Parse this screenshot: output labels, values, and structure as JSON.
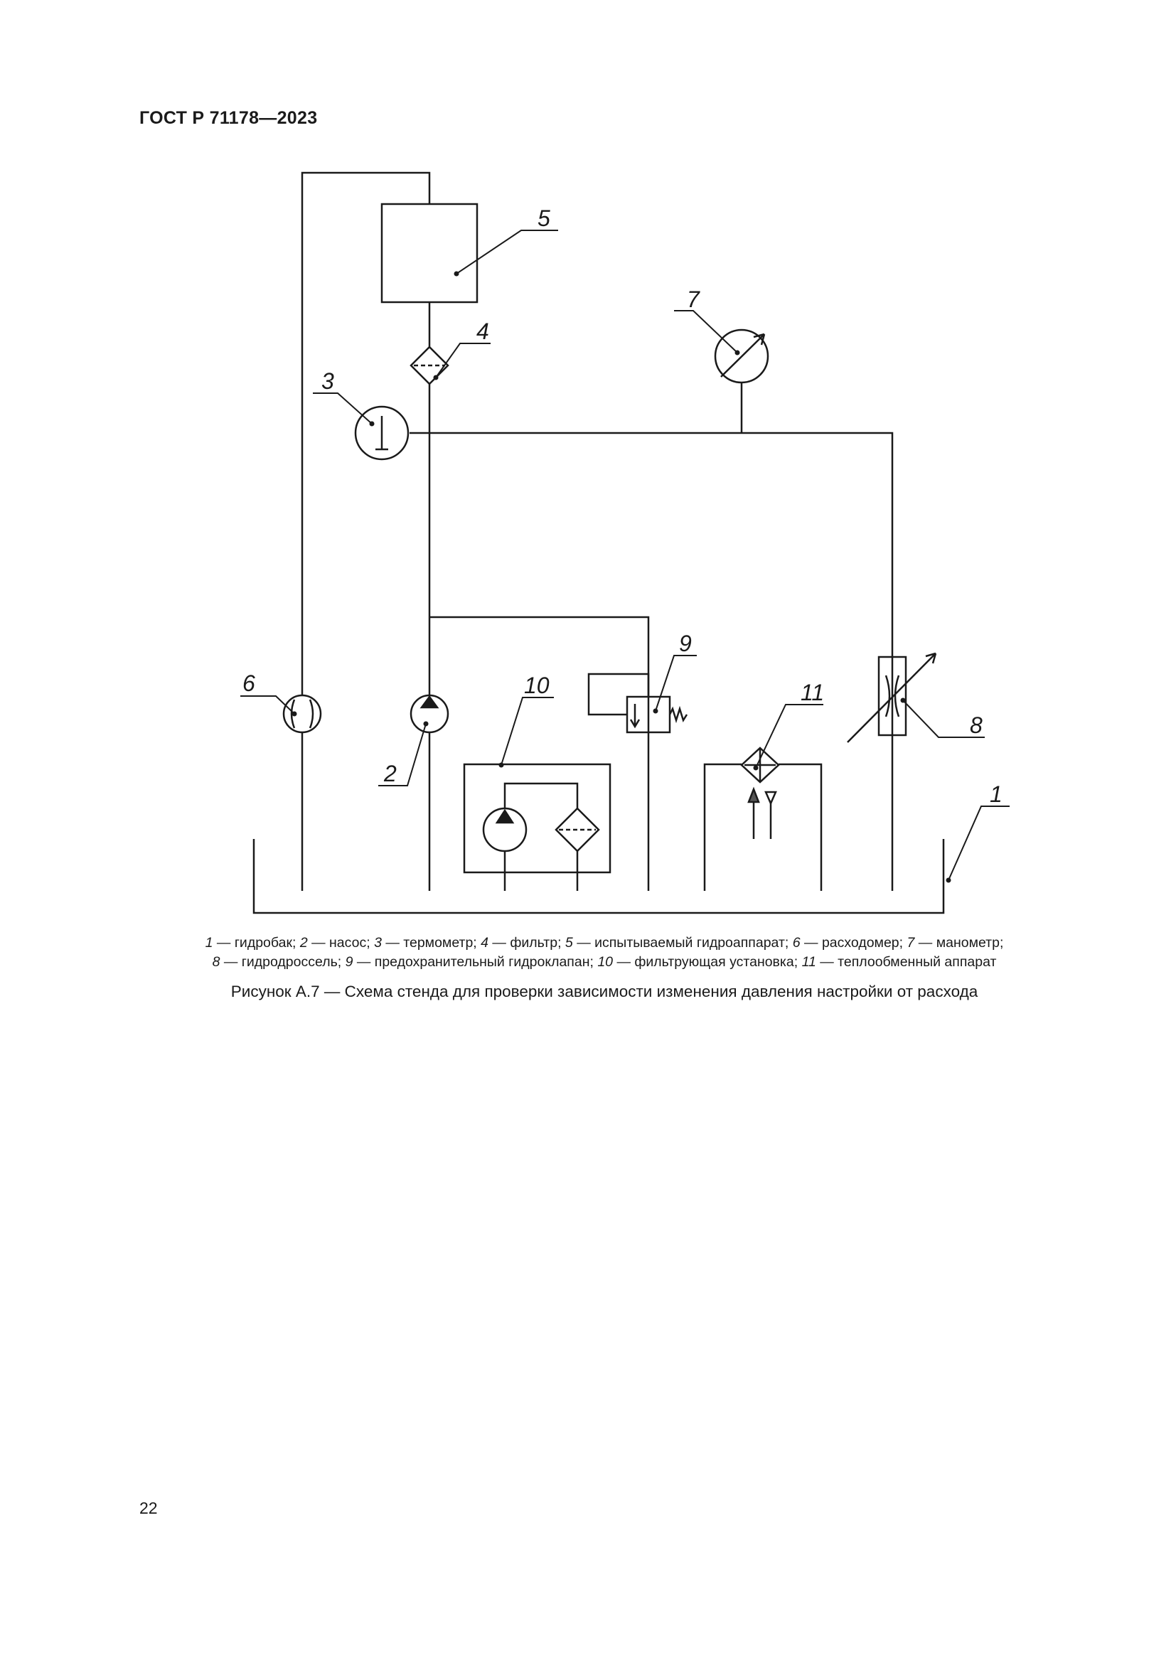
{
  "header": {
    "doc_code": "ГОСТ Р 71178—2023"
  },
  "diagram": {
    "callouts": [
      "1",
      "2",
      "3",
      "4",
      "5",
      "6",
      "7",
      "8",
      "9",
      "10",
      "11"
    ]
  },
  "legend": [
    {
      "num": "1",
      "text": "— гидробак;"
    },
    {
      "num": "2",
      "text": "— насос;"
    },
    {
      "num": "3",
      "text": "— термометр;"
    },
    {
      "num": "4",
      "text": "— фильтр;"
    },
    {
      "num": "5",
      "text": "— испытываемый гидроаппарат;"
    },
    {
      "num": "6",
      "text": "— расходомер;"
    },
    {
      "num": "7",
      "text": "— манометр;"
    },
    {
      "num": "8",
      "text": "— гидродроссель;"
    },
    {
      "num": "9",
      "text": "— предохранительный гидроклапан;"
    },
    {
      "num": "10",
      "text": "— фильтрующая установка;"
    },
    {
      "num": "11",
      "text": "— теплообменный аппарат"
    }
  ],
  "caption": "Рисунок А.7 — Схема стенда для проверки зависимости изменения давления настройки от расхода",
  "page_number": "22"
}
